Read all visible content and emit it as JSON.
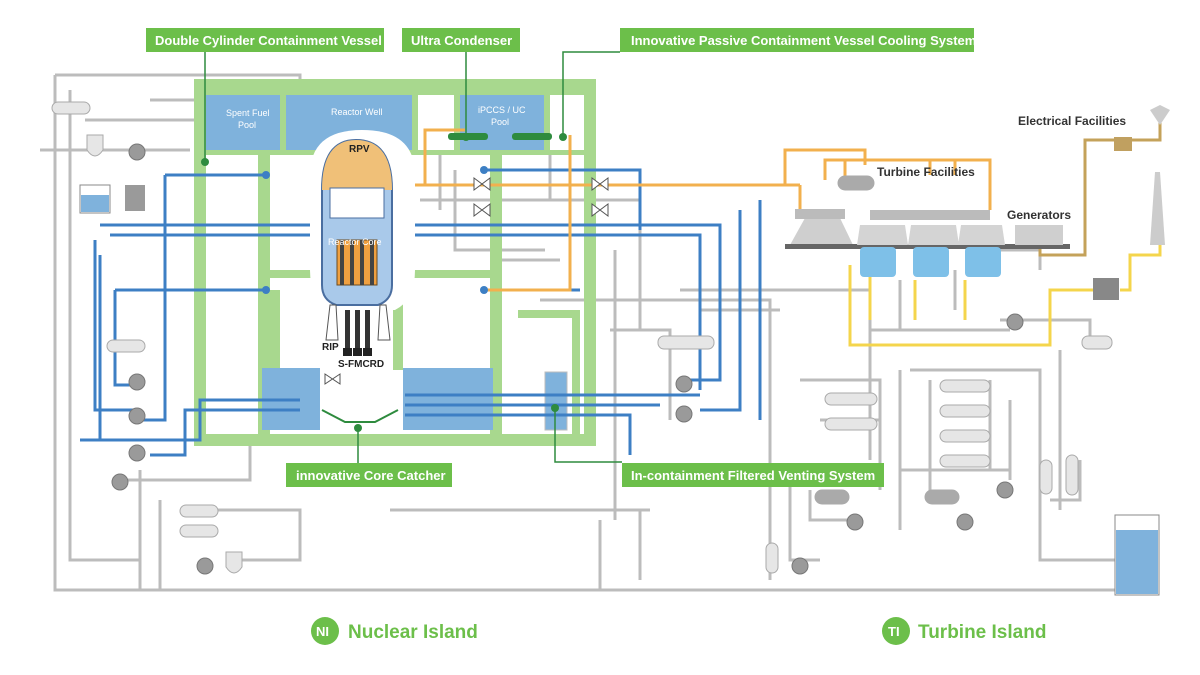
{
  "callouts": {
    "double_cylinder": "Double Cylinder Containment Vessel",
    "ultra_condenser": "Ultra Condenser",
    "ipccs": "Innovative Passive Containment Vessel Cooling System",
    "core_catcher": "innovative Core Catcher",
    "filtered_venting": "In-containment Filtered Venting System"
  },
  "pools": {
    "spent_fuel_line1": "Spent Fuel",
    "spent_fuel_line2": "Pool",
    "reactor_well": "Reactor Well",
    "ipccs_uc_line1": "iPCCS / UC",
    "ipccs_uc_line2": "Pool"
  },
  "reactor": {
    "rpv": "RPV",
    "core": "Reactor Core",
    "rip": "RIP",
    "sfmcrd": "S-FMCRD"
  },
  "facilities": {
    "electrical": "Electrical Facilities",
    "turbine": "Turbine Facilities",
    "generators": "Generators"
  },
  "islands": {
    "nuclear_badge": "NI",
    "nuclear_label": "Nuclear  Island",
    "turbine_badge": "TI",
    "turbine_label": "Turbine Island"
  },
  "colors": {
    "accent_green": "#6cbf4a",
    "containment_green": "#a8d88e",
    "pool_blue": "#7fb2dc",
    "pipe_blue": "#3d7fc4",
    "steam_orange": "#f2b04e",
    "pipe_grey": "#bcbcbc",
    "elec_yellow": "#f4d54c"
  }
}
